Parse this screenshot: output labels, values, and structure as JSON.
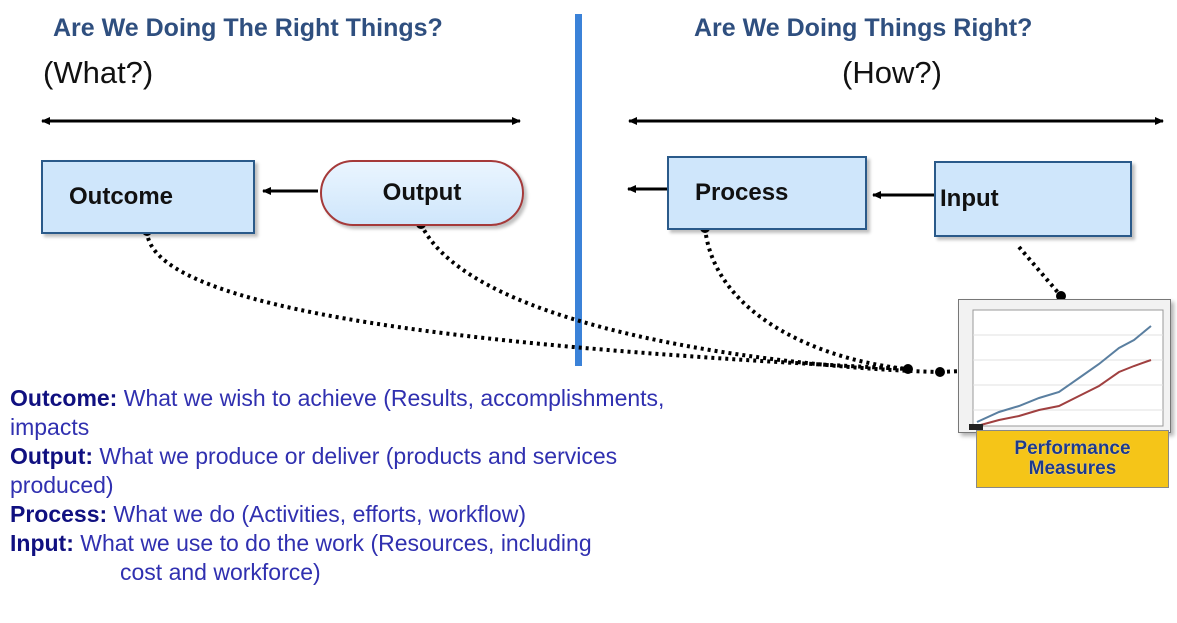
{
  "left_section": {
    "question": "Are We Doing The Right Things?",
    "sub": "(What?)"
  },
  "right_section": {
    "question": "Are We Doing Things Right?",
    "sub": "(How?)"
  },
  "nodes": {
    "outcome": "Outcome",
    "output": "Output",
    "process": "Process",
    "input": "Input"
  },
  "performance_measures": {
    "label_line1": "Performance",
    "label_line2": "Measures"
  },
  "definitions": [
    {
      "term": "Outcome:",
      "text": "  What we wish to achieve (Results, accomplishments,",
      "cont": "impacts"
    },
    {
      "term": "Output:",
      "text": "  What we produce or deliver (products and services",
      "cont": "produced)"
    },
    {
      "term": "Process:",
      "text": "  What we do (Activities, efforts, workflow)",
      "cont": ""
    },
    {
      "term": "Input:",
      "text": "  What we use to do the work (Resources, including",
      "cont": "cost and workforce)"
    }
  ],
  "colors": {
    "title": "#2f4f7f",
    "divider": "#3b82d8",
    "box_fill": "#cfe6fb",
    "term": "#101080",
    "definition": "#3030b0",
    "label_fill": "#f5c518"
  }
}
